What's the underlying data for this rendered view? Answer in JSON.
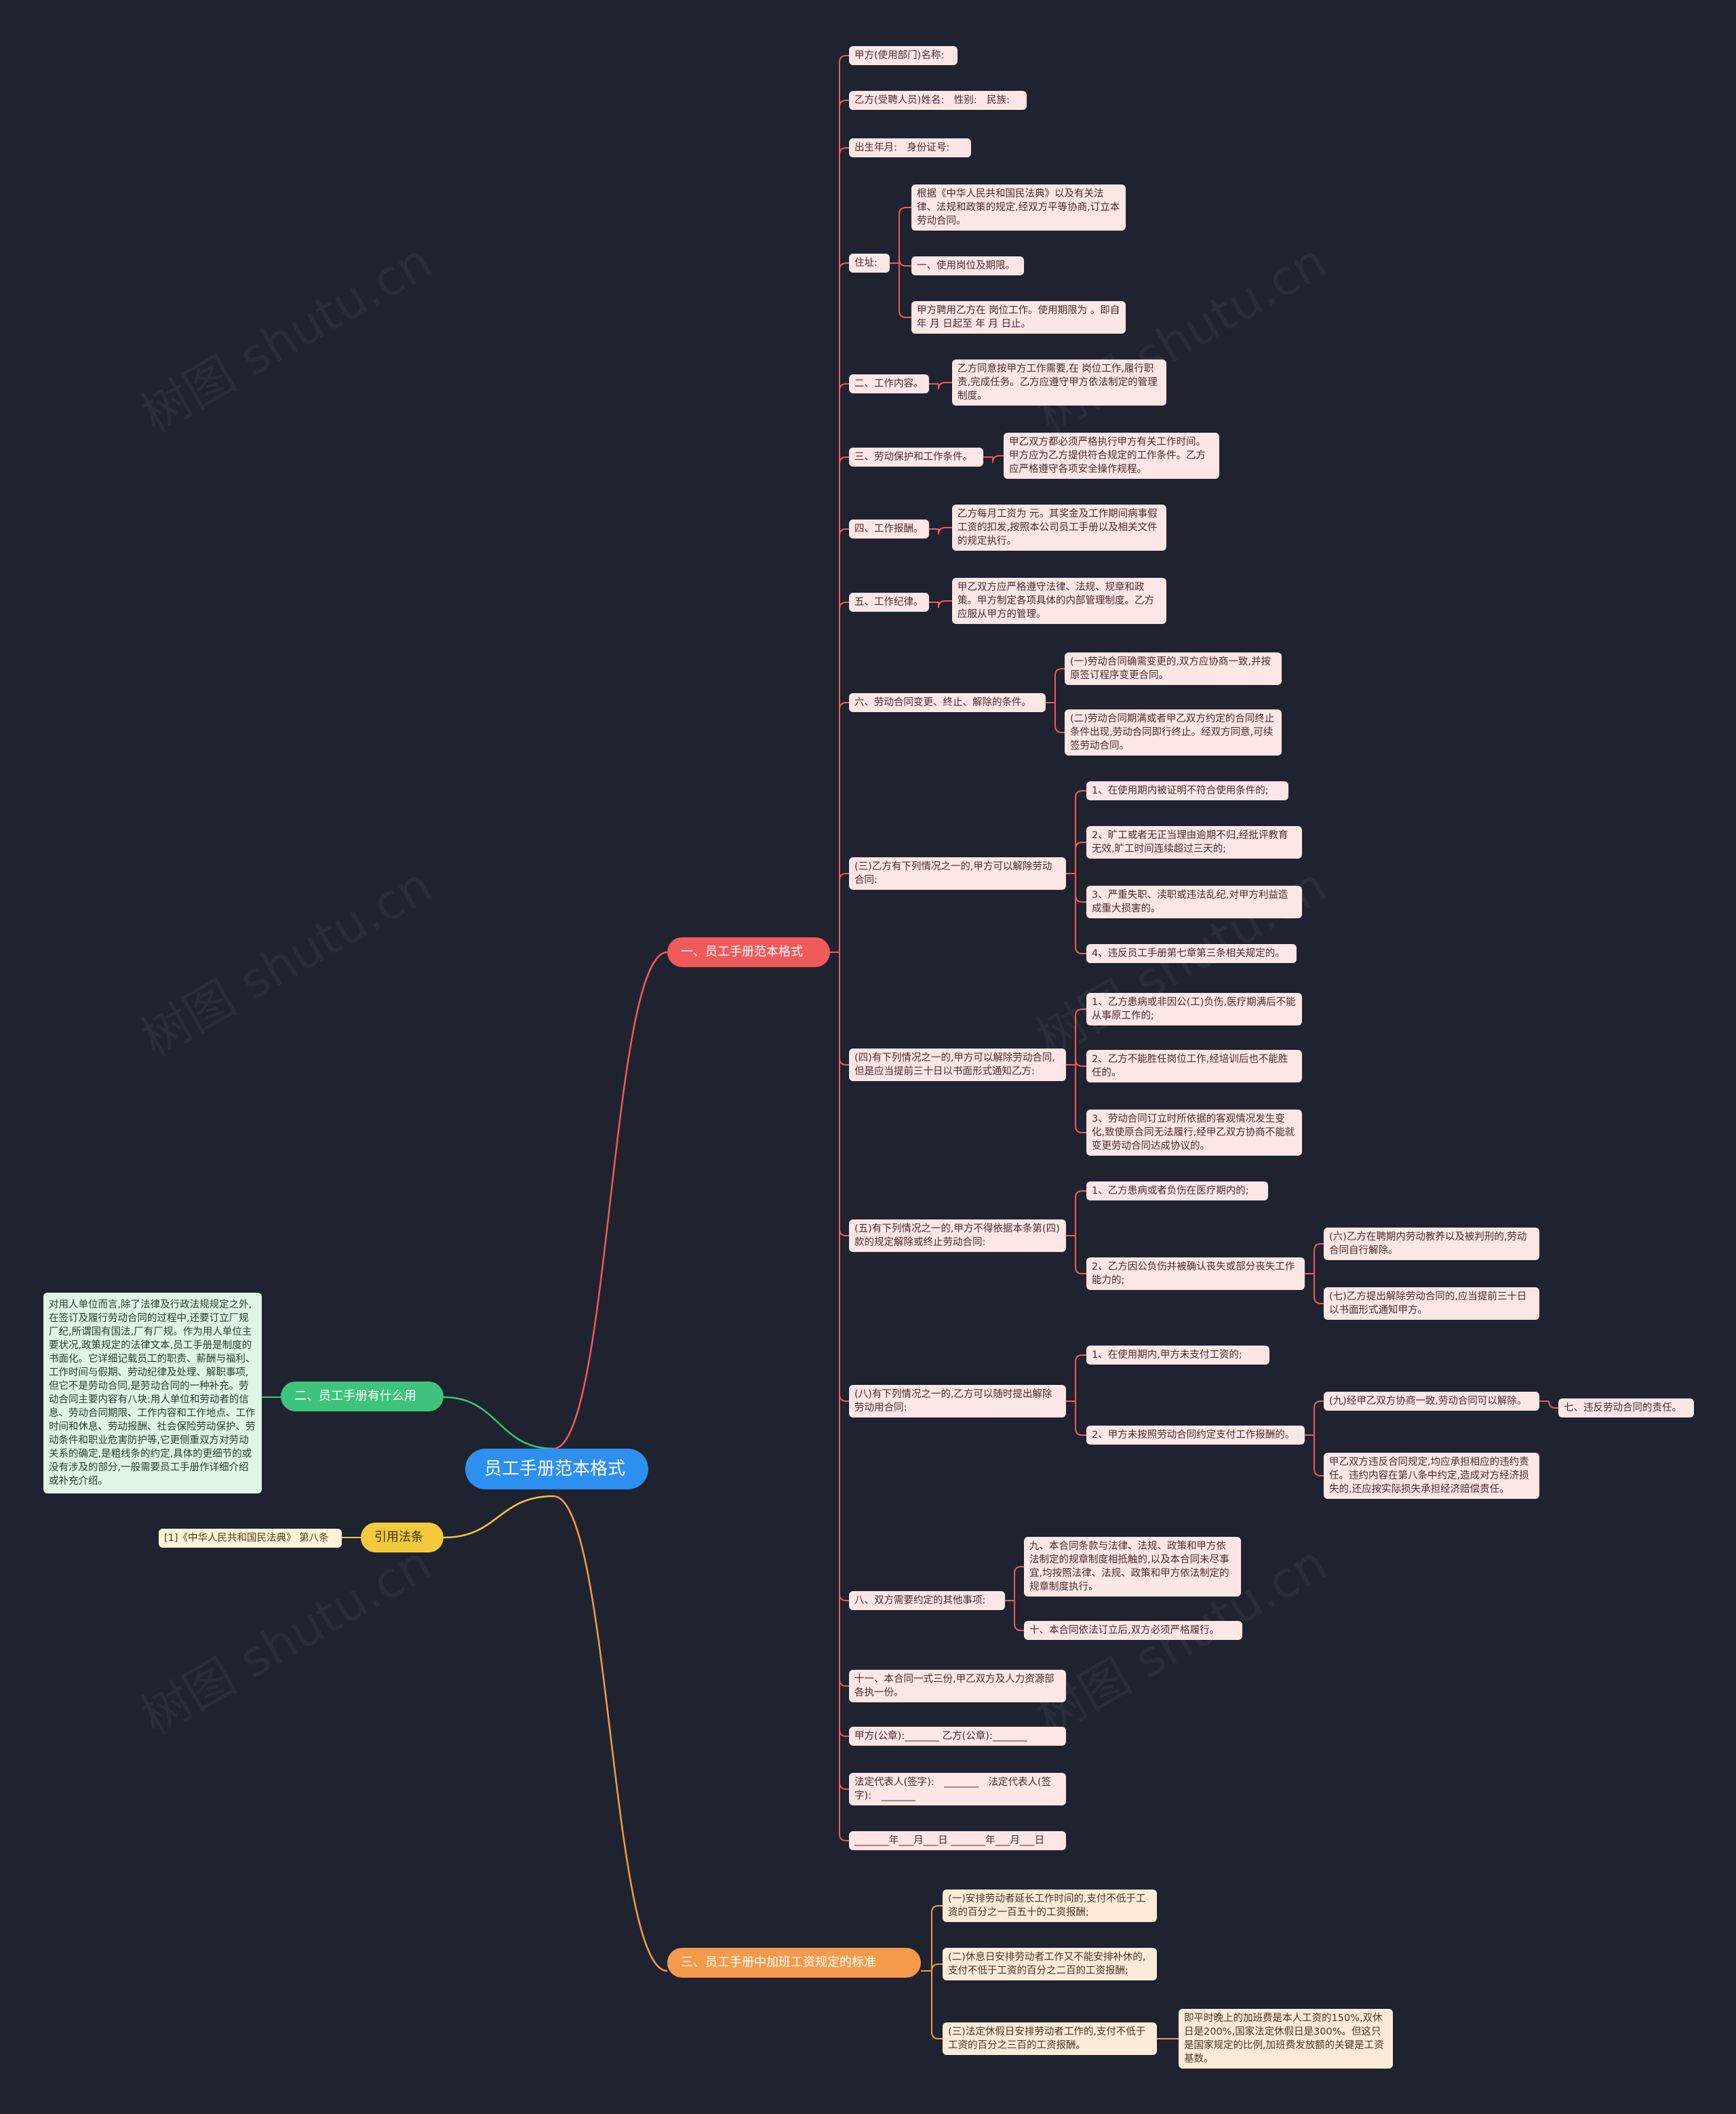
{
  "root": {
    "label": "员工手册范本格式"
  },
  "branch_format": {
    "label": "一、员工手册范本格式",
    "items": [
      "甲方(使用部门)名称:",
      "乙方(受聘人员)姓名:　性别:　民族:",
      "出生年月:　身份证号:",
      "住址:",
      "根据《中华人民共和国民法典》以及有关法律、法规和政策的规定,经双方平等协商,订立本劳动合同。",
      "一、使用岗位及期限。",
      "甲方聘用乙方在 岗位工作。使用期限为 。即自年 月 日起至 年 月 日止。",
      "二、工作内容。",
      "乙方同意按甲方工作需要,在 岗位工作,履行职责,完成任务。乙方应遵守甲方依法制定的管理制度。",
      "三、劳动保护和工作条件。",
      "甲乙双方都必须严格执行甲方有关工作时间。甲方应为乙方提供符合规定的工作条件。乙方应严格遵守各项安全操作规程。",
      "四、工作报酬。",
      "乙方每月工资为 元。其奖金及工作期间病事假工资的扣发,按照本公司员工手册以及相关文件的规定执行。",
      "五、工作纪律。",
      "甲乙双方应严格遵守法律、法规、规章和政策。甲方制定各项具体的内部管理制度。乙方应服从甲方的管理。",
      "六、劳动合同变更、终止、解除的条件。",
      "(一)劳动合同确需变更的,双方应协商一致,并按原签订程序变更合同。",
      "(二)劳动合同期满或者甲乙双方约定的合同终止条件出现,劳动合同即行终止。经双方同意,可续签劳动合同。",
      "(三)乙方有下列情况之一的,甲方可以解除劳动合同:",
      "1、在使用期内被证明不符合使用条件的;",
      "2、旷工或者无正当理由逾期不归,经批评教育无效,旷工时间连续超过三天的;",
      "3、严重失职、渎职或违法乱纪,对甲方利益造成重大损害的。",
      "4、违反员工手册第七章第三条相关规定的。",
      "(四)有下列情况之一的,甲方可以解除劳动合同,但是应当提前三十日以书面形式通知乙方:",
      "1、乙方患病或非因公(工)负伤,医疗期满后不能从事原工作的;",
      "2、乙方不能胜任岗位工作,经培训后也不能胜任的。",
      "3、劳动合同订立时所依据的客观情况发生变化,致使原合同无法履行,经甲乙双方协商不能就变更劳动合同达成协议的。",
      "(五)有下列情况之一的,甲方不得依据本条第(四)款的规定解除或终止劳动合同:",
      "1、乙方患病或者负伤在医疗期内的;",
      "2、乙方因公负伤并被确认丧失或部分丧失工作能力的;",
      "(六)乙方在聘期内劳动教养以及被判刑的,劳动合同自行解除。",
      "(七)乙方提出解除劳动合同的,应当提前三十日以书面形式通知甲方。",
      "(八)有下列情况之一的,乙方可以随时提出解除劳动用合同:",
      "1、在使用期内,甲方未支付工资的;",
      "2、甲方未按照劳动合同约定支付工作报酬的。",
      "(九)经甲乙双方协商一致,劳动合同可以解除。",
      "七、违反劳动合同的责任。",
      "甲乙双方违反合同规定,均应承担相应的违约责任。违约内容在第八条中约定,造成对方经济损失的,还应按实际损失承担经济赔偿责任。",
      "八、双方需要约定的其他事项:",
      "九、本合同条款与法律、法规、政策和甲方依法制定的规章制度相抵触的,以及本合同未尽事宜,均按照法律、法规、政策和甲方依法制定的规章制度执行。",
      "十、本合同依法订立后,双方必须严格履行。",
      "十一、本合同一式三份,甲乙双方及人力资源部各执一份。",
      "甲方(公章):_______ 乙方(公章):_______",
      "法定代表人(签字):　_______　法定代表人(签字):　_______",
      "_______年___月___日 _______年___月___日"
    ]
  },
  "branch_purpose": {
    "label": "二、员工手册有什么用",
    "text": "对用人单位而言,除了法律及行政法规规定之外,在签订及履行劳动合同的过程中,还要订立厂规厂纪,所谓国有国法,厂有厂规。作为用人单位主要状况,政策规定的法律文本,员工手册是制度的书面化。它详细记载员工的职责、薪酬与福利、工作时间与假期、劳动纪律及处理、解职事项,但它不是劳动合同,是劳动合同的一种补充。劳动合同主要内容有八块:用人单位和劳动者的信息、劳动合同期限、工作内容和工作地点、工作时间和休息、劳动报酬、社会保险劳动保护、劳动条件和职业危害防护等,它更侧重双方对劳动关系的确定,是粗线条的约定,具体的更细节的或没有涉及的部分,一般需要员工手册作详细介绍或补充介绍。"
  },
  "branch_law": {
    "label": "引用法条",
    "text": "[1]《中华人民共和国民法典》 第八条"
  },
  "branch_overtime": {
    "label": "三、员工手册中加班工资规定的标准",
    "items": [
      "(一)安排劳动者延长工作时间的,支付不低于工资的百分之一百五十的工资报酬;",
      "(二)休息日安排劳动者工作又不能安排补休的,支付不低于工资的百分之二百的工资报酬;",
      "(三)法定休假日安排劳动者工作的,支付不低于工资的百分之三百的工资报酬。",
      "即平时晚上的加班费是本人工资的150%,双休日是200%,国家法定休假日是300%。但这只是国家规定的比例,加班费发放额的关键是工资基数。"
    ]
  },
  "watermark": "树图 shutu.cn",
  "colors": {
    "background": "#1f2330",
    "root": "#2d8ff0",
    "branch_red": "#f05a5a",
    "branch_green": "#3ec47a",
    "branch_yellow": "#f4c93c",
    "branch_orange": "#f59a4a"
  }
}
